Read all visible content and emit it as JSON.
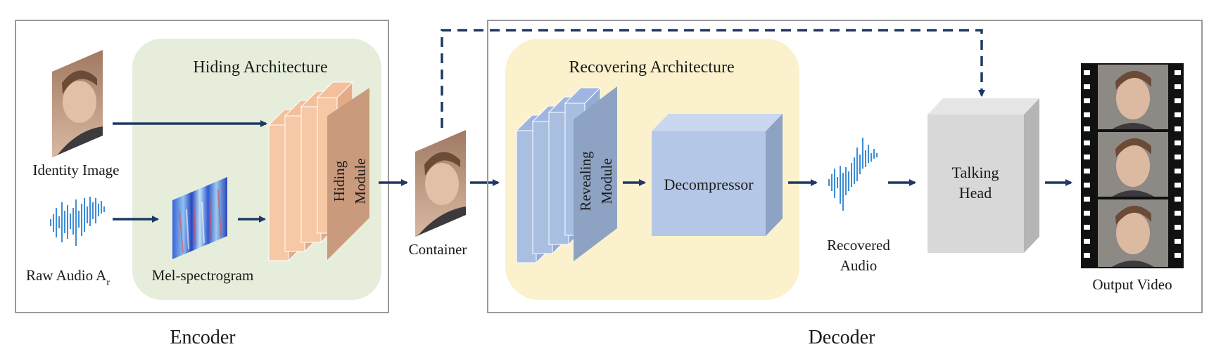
{
  "encoder": {
    "label": "Encoder",
    "hiding_arch": {
      "title": "Hiding Architecture",
      "module": [
        "Hiding",
        "Module"
      ]
    },
    "identity_image": "Identity Image",
    "raw_audio": {
      "text": "Raw Audio A",
      "subscript": "r"
    },
    "mel": "Mel-spectrogram"
  },
  "container": "Container",
  "decoder": {
    "label": "Decoder",
    "recovering_arch": {
      "title": "Recovering Architecture",
      "module": [
        "Revealing",
        "Module"
      ]
    },
    "decompressor": "Decompressor",
    "recovered_audio": [
      "Recovered",
      "Audio"
    ],
    "talking_head": [
      "Talking",
      "Head"
    ],
    "output_video": "Output Video"
  },
  "colors": {
    "arrow": "#1f3864",
    "hiding_bg": "#e6eedb",
    "recovering_bg": "#fbf1cc",
    "hiding_slab": "#f7c8a5",
    "hiding_front": "#c99a7c",
    "reveal_slab": "#a9bfe2",
    "reveal_front": "#8ea2c3",
    "decomp": "#b4c7e7",
    "talking": "#d8d8d8",
    "audio_wave": "#3d8ed8"
  }
}
